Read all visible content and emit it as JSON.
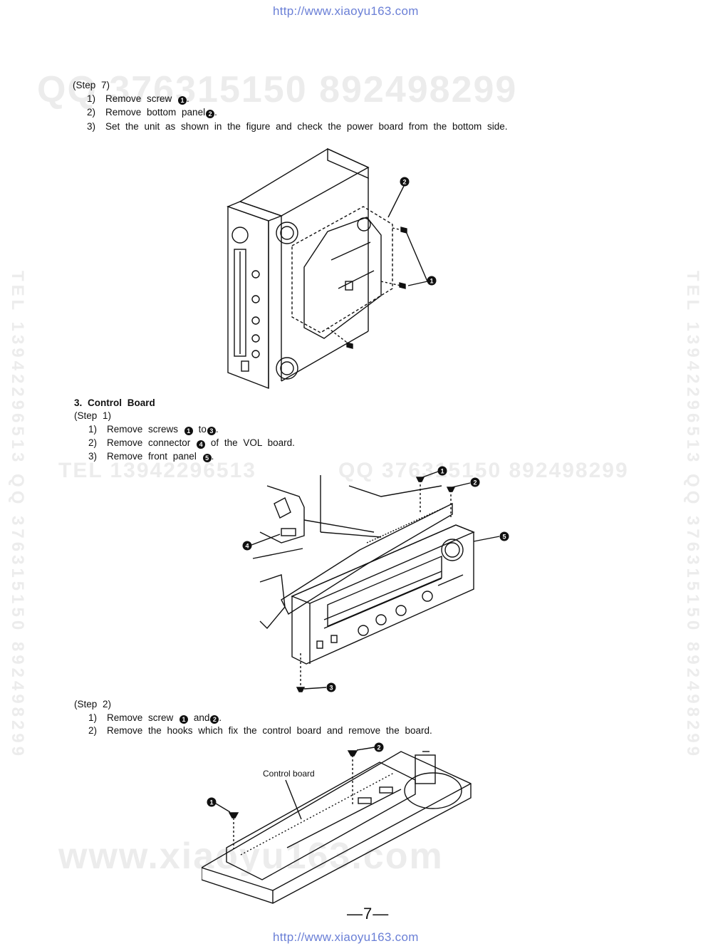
{
  "header": {
    "url": "http://www.xiaoyu163.com"
  },
  "footer": {
    "url": "http://www.xiaoyu163.com",
    "page_number": "—7—"
  },
  "watermarks": {
    "qq_top": "QQ 376315150    892498299",
    "tel_left": "TEL 13942296513",
    "qq_mid": "QQ 376315150 892498299",
    "domain_bottom": "www.xiaoyu163.com",
    "vertical_left": "TEL 13942296513 QQ 376315150 892498299",
    "vertical_right": "TEL 13942296513 QQ 376315150 892498299"
  },
  "section_step7": {
    "step_label": "(Step 7)",
    "items": [
      {
        "num": "1)",
        "text": "Remove screw",
        "marker": "1",
        "suffix": "."
      },
      {
        "num": "2)",
        "text": "Remove bottom panel",
        "marker": "2",
        "suffix": "."
      },
      {
        "num": "3)",
        "text": "Set the unit as shown in the figure and check the power board from the bottom side."
      }
    ],
    "figure_callouts": [
      "2",
      "1"
    ]
  },
  "section_control_board": {
    "heading": "3. Control Board",
    "step1": {
      "step_label": "(Step 1)",
      "items": [
        {
          "num": "1)",
          "text": "Remove screws",
          "marker": "1",
          "mid": "to",
          "marker2": "3",
          "suffix": "."
        },
        {
          "num": "2)",
          "text": "Remove connector",
          "marker": "4",
          "suffix": "of the VOL board."
        },
        {
          "num": "3)",
          "text": "Remove front panel",
          "marker": "5",
          "suffix": "."
        }
      ],
      "figure_callouts": [
        "1",
        "2",
        "4",
        "5",
        "3"
      ]
    },
    "step2": {
      "step_label": "(Step 2)",
      "items": [
        {
          "num": "1)",
          "text": "Remove screw",
          "marker": "1",
          "mid": "and",
          "marker2": "2",
          "suffix": "."
        },
        {
          "num": "2)",
          "text": "Remove the hooks which fix the control board and remove the board."
        }
      ],
      "figure_label": "Control board",
      "figure_callouts": [
        "2",
        "1"
      ]
    }
  },
  "colors": {
    "link": "#6a7fd6",
    "watermark": "#ececec",
    "ink": "#111111"
  }
}
